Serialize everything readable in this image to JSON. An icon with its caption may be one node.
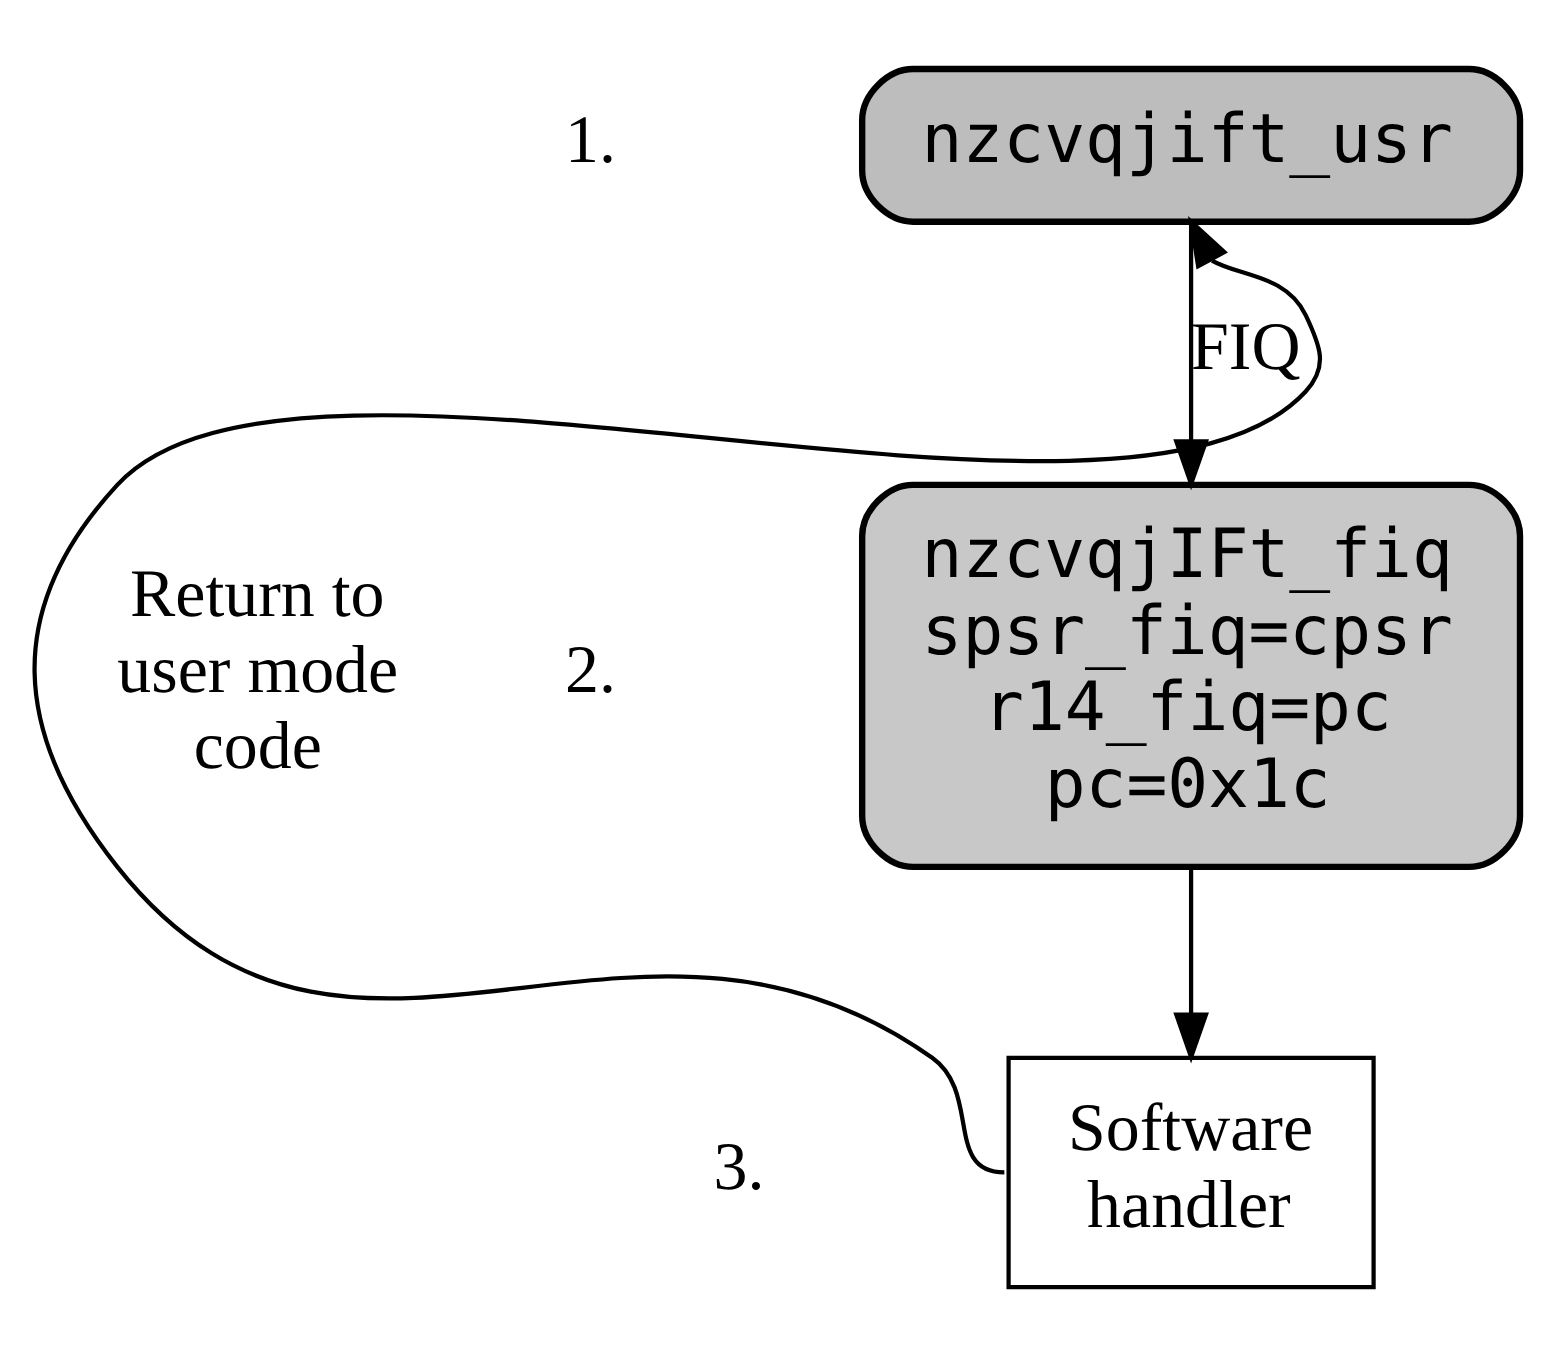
{
  "diagram": {
    "nodes": [
      {
        "text": [
          "nzcvqjift_usr"
        ],
        "beside": [
          "1."
        ]
      },
      {
        "text": [
          "nzcvqjIFt_fiq",
          "spsr_fiq=cpsr",
          "r14_fiq=pc",
          "pc=0x1c"
        ],
        "beside": [
          "2."
        ]
      },
      {
        "text": [
          "Software handler"
        ],
        "beside": [
          "3."
        ]
      }
    ],
    "edges": [
      {
        "from": 0,
        "to": 1,
        "arrow": "to",
        "label": "FIQ"
      },
      {
        "from": 1,
        "to": 2,
        "arrow": "to"
      },
      {
        "from": 2,
        "to": 0,
        "arrow": "to",
        "label": "Return to user mode code"
      }
    ]
  }
}
